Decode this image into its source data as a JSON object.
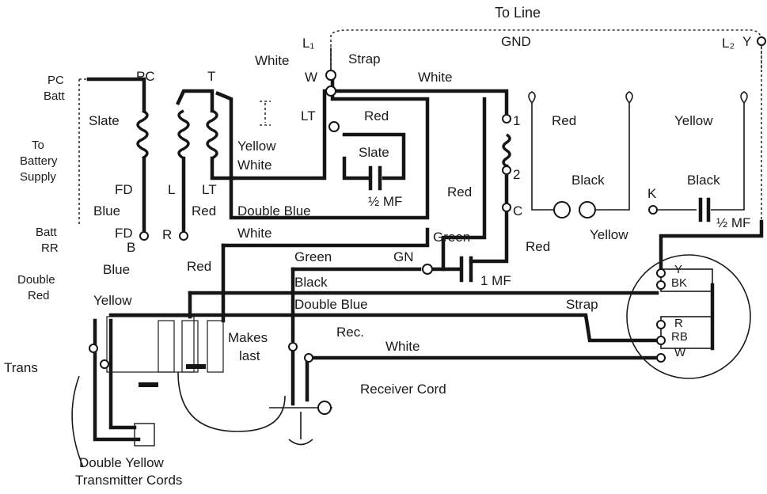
{
  "labels": {
    "to_line": "To Line",
    "gnd": "GND",
    "l1": "L₁",
    "l2": "L₂",
    "y_top": "Y",
    "strap_top": "Strap",
    "white_top": "White",
    "w": "W",
    "white_l1": "White",
    "pc_batt": "PC\nBatt",
    "pc": "PC",
    "t": "T",
    "slate_left": "Slate",
    "to_battery": "To\nBattery\nSupply",
    "lt_mid": "LT",
    "red_lt": "Red",
    "yellow_coil": "Yellow",
    "slate_mid": "Slate",
    "white_coil": "White",
    "cap_mf": "½ MF",
    "fd_top": "FD",
    "l_mid": "L",
    "lt_low": "LT",
    "blue_fd": "Blue",
    "red_l": "Red",
    "double_blue_mid": "Double Blue",
    "fd_low": "FD",
    "b": "B",
    "r_term": "R",
    "batt_rr": "Batt\nRR",
    "white_mid": "White",
    "green_bus": "Green",
    "green_top": "Green",
    "gn": "GN",
    "red_cap": "Red",
    "cap_1mf": "1 MF",
    "blue_b": "Blue",
    "red_rr": "Red",
    "double_red": "Double\nRed",
    "black_bus": "Black",
    "yellow_b": "Yellow",
    "double_blue_bus": "Double Blue",
    "strap_right": "Strap",
    "rec": "Rec.",
    "makes_last": "Makes\nlast",
    "white_bus": "White",
    "trans": "Trans",
    "receiver_cord": "Receiver Cord",
    "double_yellow": "Double Yellow",
    "transmitter_cords": "Transmitter Cords",
    "num_1": "1",
    "num_2": "2",
    "red_ringer": "Red",
    "c": "C",
    "red_right": "Red",
    "yellow_right": "Yellow",
    "black_ringer": "Black",
    "k": "K",
    "black_right": "Black",
    "half_mf": "½ MF",
    "yellow_low": "Yellow",
    "dial_y": "Y",
    "dial_bk": "BK",
    "dial_r": "R",
    "dial_rb": "RB",
    "dial_w": "W"
  }
}
